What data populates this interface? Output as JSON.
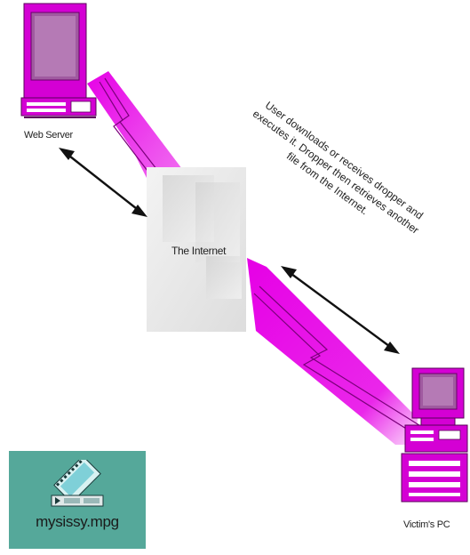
{
  "labels": {
    "web_server": "Web Server",
    "internet": "The Internet",
    "victim_pc": "Victim's PC",
    "annotation": "User downloads or receives dropper and executes it. Dropper then retrieves another file from the Internet."
  },
  "file_icon": {
    "name": "mysissy.mpg"
  },
  "colors": {
    "link": "#e600e6",
    "link_dark": "#c000c0",
    "monitor": "#d400d4",
    "screen": "#a05aa0",
    "internet_box": "#e8e8e8",
    "file_bg": "#55a89a",
    "arrow": "#111111"
  }
}
